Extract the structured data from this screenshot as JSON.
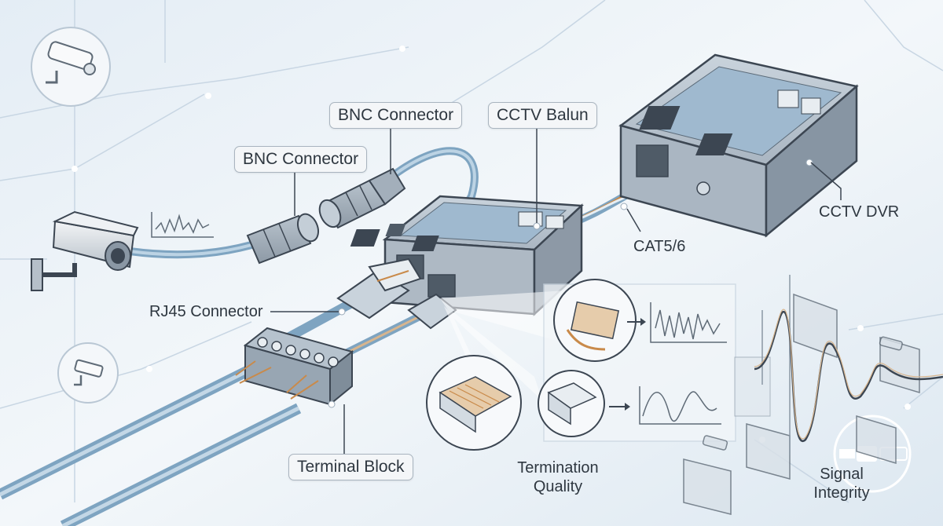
{
  "labels": {
    "bnc_connector_left": "BNC Connector",
    "bnc_connector_top": "BNC Connector",
    "cctv_balun": "CCTV Balun",
    "cctv_dvr": "CCTV DVR",
    "cat_cable": "CAT5/6",
    "rj45_connector": "RJ45 Connector",
    "terminal_block": "Terminal Block",
    "termination_quality_line1": "Termination",
    "termination_quality_line2": "Quality",
    "signal_integrity_line1": "Signal",
    "signal_integrity_line2": "Integrity"
  },
  "icons": [
    "security-camera-icon",
    "cctv-camera-icon",
    "cable-connector-icon",
    "monitor-icon"
  ],
  "colors": {
    "background": "#eaf1f7",
    "pcb": "#9fb9cf",
    "cable_blue": "#8fb4cf",
    "accent_wire": "#c98a4a",
    "outline": "#3c4652"
  }
}
